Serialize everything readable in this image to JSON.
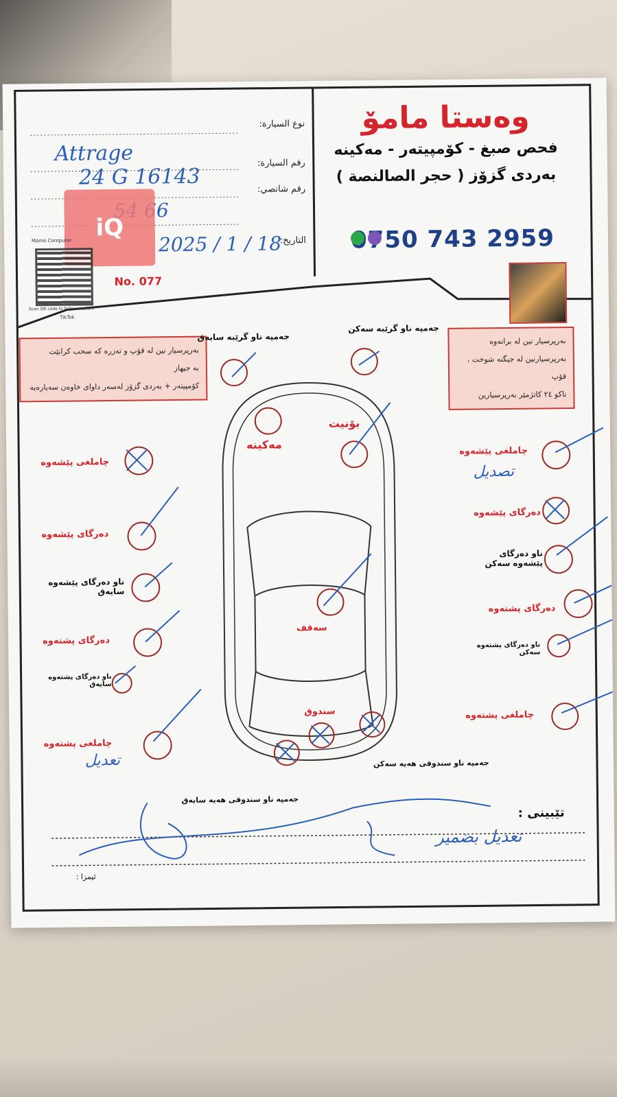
{
  "header": {
    "brand": "وەستا مامۆ",
    "services": "فحص صبغ - كۆمپیتەر - مەکینە",
    "location": "بەردی گزۆز ( حجر الصالنصة )",
    "phone": "0750 743 2959"
  },
  "form": {
    "car_type_label": "نوع السيارة:",
    "car_number_label": "رقم السيارة:",
    "chassis_label": "رقم شانصي:",
    "date_label": "التاريخ:",
    "car_type_value": "Attrage",
    "car_number_value": "24 G 16143",
    "chassis_value": "54 66",
    "date_value": "2025 / 1 / 18",
    "serial": "No. 077",
    "qr_caption_top": "Mamo Computer",
    "qr_caption_bottom": "Scan QR code to follow account",
    "qr_brand": "TikTok"
  },
  "watermark": "iQ",
  "notes_left": [
    "بەرپرسیار نین لە قۆپ و تەزرە کە سحب کرابێت",
    "بە جیهاز",
    "كۆمپیتەر + بەردی گزۆز لەسەر داوای خاوەن سەیارەیە"
  ],
  "notes_right": [
    "بەرپرسیار نین لە برانەوە",
    "بەرپرسیارنین لە جیگنە شوخت ، قۆپ",
    "تاکو ٢٤ کاتژمێر بەرپرسیارین"
  ],
  "diagram": {
    "top_left": "جەمپە ناو گرێبە سایەق",
    "top_right": "جەمپە ناو گرێبە سەکن",
    "engine": "مەکینە",
    "hood": "بۆنیت",
    "roof": "سەقف",
    "trunk": "سندوق",
    "trunk_right": "جەمپە ناو سندوقی هەیە سەکن",
    "trunk_left": "جەمپە ناو سندوقی هەیە سایەق",
    "left": [
      "چاملغی پێشەوە",
      "دەرگای پێشەوە",
      "ناو دەرگای پێشەوە سایەق",
      "دەرگای پشتەوە",
      "ناو دەرگای پشتەوە سایەق",
      "چاملغی پشتەوە"
    ],
    "right": [
      "چاملغی پێشەوە",
      "دەرگای پێشەوە",
      "ناو دەرگای پێشەوە سەکن",
      "دەرگای پشتەوە",
      "ناو دەرگای پشتەوە سەکن",
      "چاملغی پشتەوە"
    ],
    "handwritten_right_front": "تصدیل",
    "handwritten_left_rear": "تعدیل"
  },
  "footer": {
    "remarks_label": "تێبینی :",
    "remarks_value": "تعدیل بضمیر",
    "signature_label": "ئیمزا :"
  }
}
